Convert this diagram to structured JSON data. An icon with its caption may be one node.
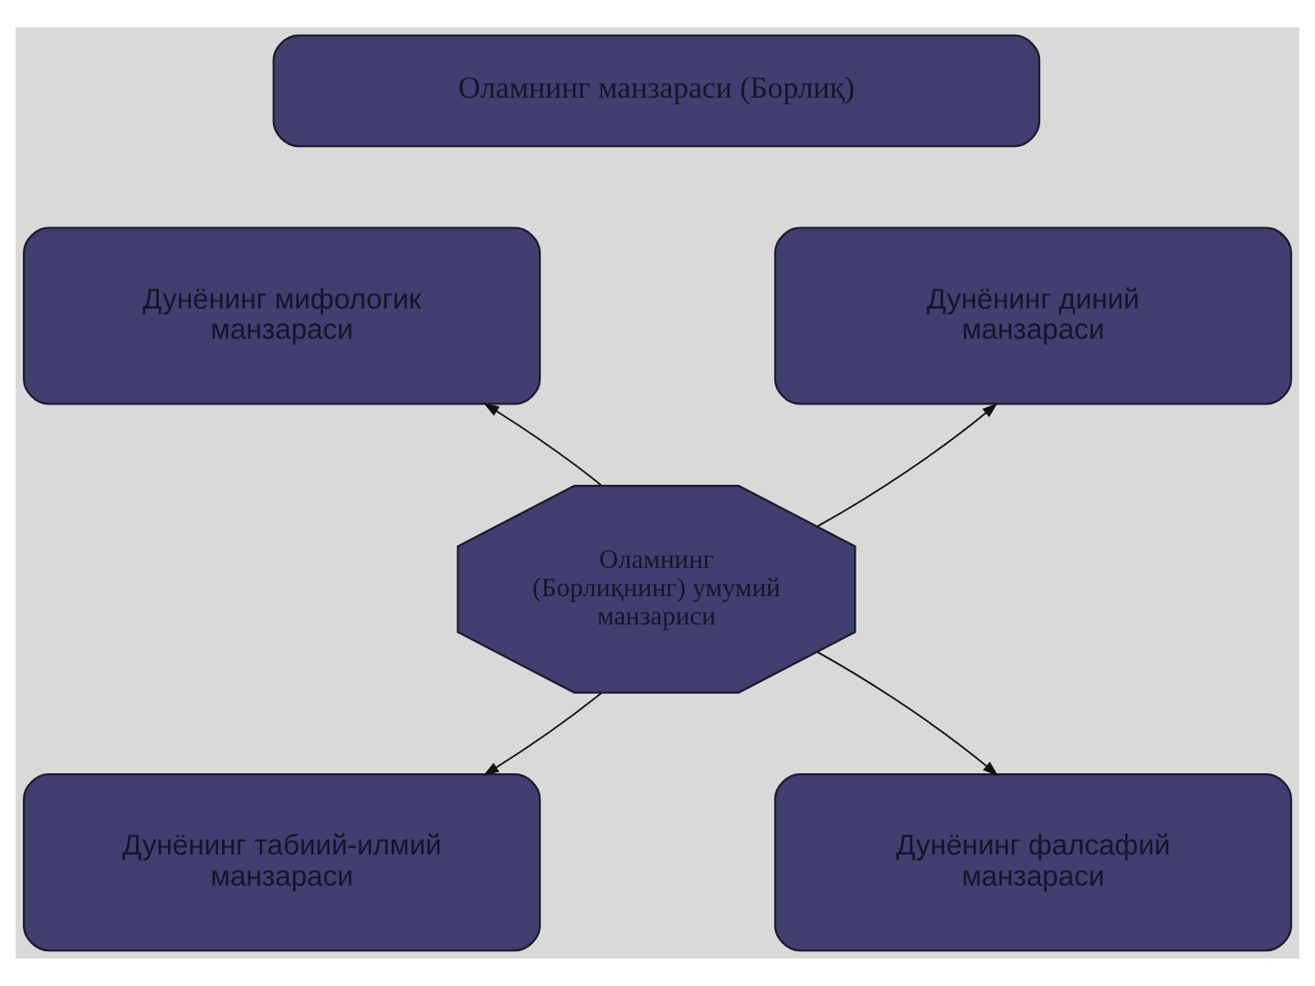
{
  "diagram": {
    "nodes": [
      {
        "text": [
          "Оламнинг манзараси (Борлиқ)"
        ]
      },
      {
        "text": [
          "Дунёнинг мифологик манзараси"
        ]
      },
      {
        "text": [
          "Дунёнинг диний манзараси"
        ]
      },
      {
        "text": [
          "Оламнинг (Борлиқнинг) умумий манзариси"
        ]
      },
      {
        "text": [
          "Дунёнинг табиий-илмий манзараси"
        ]
      },
      {
        "text": [
          "Дунёнинг фалсафий манзараси"
        ]
      }
    ],
    "edges": [
      {
        "from": 3,
        "to": 1,
        "arrow": "to"
      },
      {
        "from": 3,
        "to": 2,
        "arrow": "to"
      },
      {
        "from": 3,
        "to": 4,
        "arrow": "to"
      },
      {
        "from": 3,
        "to": 5,
        "arrow": "to"
      }
    ]
  }
}
